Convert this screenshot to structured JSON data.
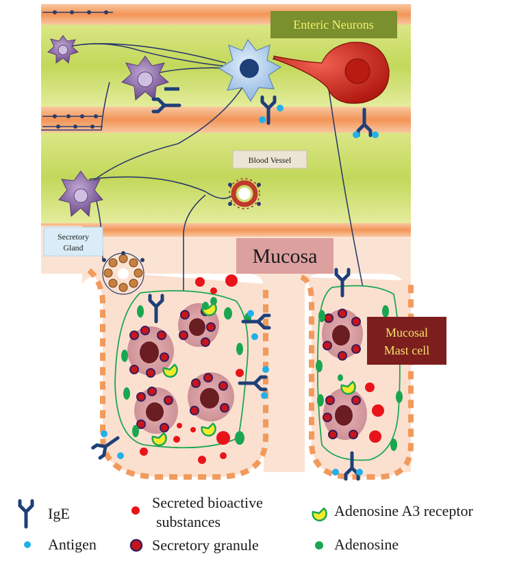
{
  "labels": {
    "enteric_neurons": "Enteric Neurons",
    "blood_vessel": "Blood Vessel",
    "secretory_gland_line1": "Secretory",
    "secretory_gland_line2": "Gland",
    "mucosa": "Mucosa",
    "mast_cell_line1": "Mucosal",
    "mast_cell_line2": "Mast cell"
  },
  "legend": {
    "ige": "IgE",
    "antigen": "Antigen",
    "secreted_line1": "Secreted bioactive",
    "secreted_line2": "substances",
    "granule": "Secretory granule",
    "a3_receptor": "Adenosine A3 receptor",
    "adenosine": "Adenosine"
  },
  "colors": {
    "band_orange": "#f5a56b",
    "band_green": "#c9dc6a",
    "mucosa_bg": "#fbe3d3",
    "enteric_label_bg": "#7a8f2e",
    "enteric_label_text": "#f2f26a",
    "mast_label_bg": "#7d1e1e",
    "mast_label_text": "#f5e36a",
    "mucosa_label_bg": "#dca09e",
    "ige": "#1f3f78",
    "antigen": "#22b0e8",
    "secreted": "#e8141a",
    "adenosine": "#1aa650",
    "a3_receptor": "#f2ea2b",
    "neuron_purple": "#8e6aa8",
    "neuron_blue": "#a8c8ea",
    "neuron_red": "#d8261c"
  }
}
